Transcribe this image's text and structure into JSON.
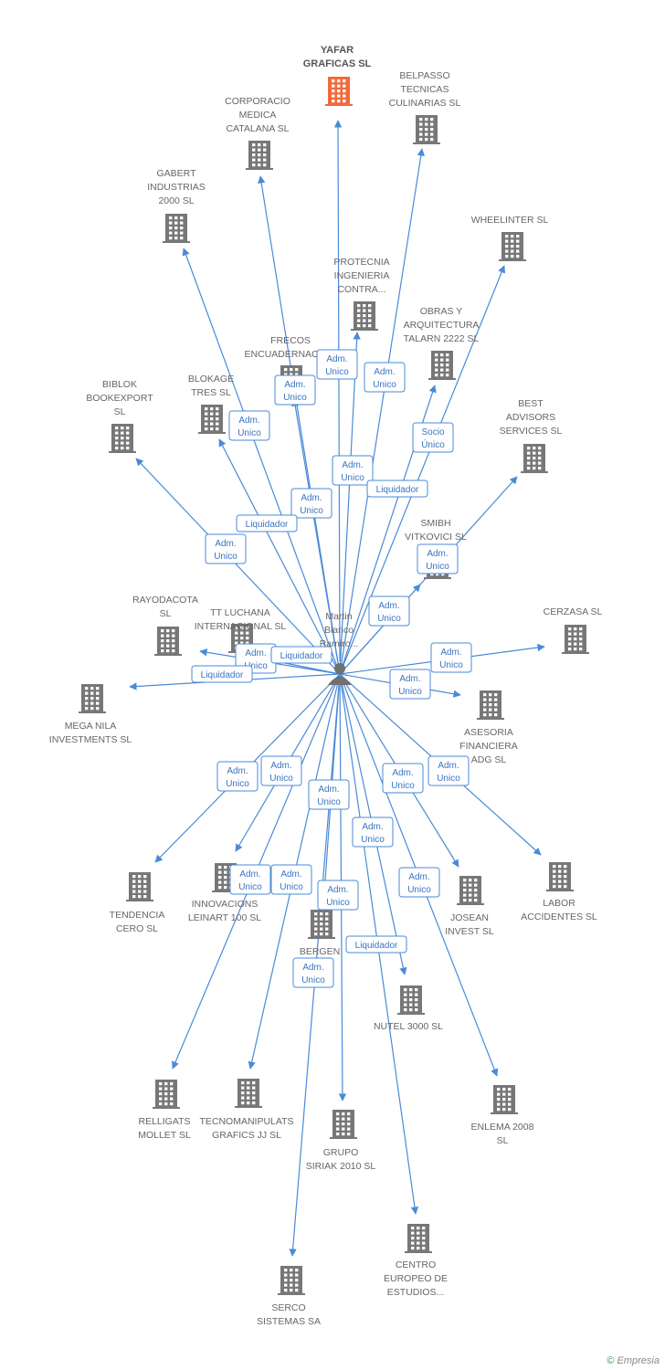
{
  "colors": {
    "company": "#777777",
    "highlight": "#f26a3c",
    "edge": "#4a8ad8",
    "person": "#707070"
  },
  "center_person": {
    "name_lines": [
      "Martin",
      "Blanco",
      "Ramiro..."
    ],
    "icon": "person-icon"
  },
  "highlight_company": {
    "name_lines": [
      "YAFAR",
      "GRAFICAS  SL"
    ],
    "icon": "building-icon"
  },
  "companies": [
    {
      "id": "corporacio",
      "lines": [
        "CORPORACIO",
        "MEDICA",
        "CATALANA SL"
      ]
    },
    {
      "id": "belpasso",
      "lines": [
        "BELPASSO",
        "TECNICAS",
        "CULINARIAS  SL"
      ]
    },
    {
      "id": "gabert",
      "lines": [
        "GABERT",
        "INDUSTRIAS",
        "2000 SL"
      ]
    },
    {
      "id": "wheelinter",
      "lines": [
        "WHEELINTER SL"
      ]
    },
    {
      "id": "protecnia",
      "lines": [
        "PROTECNIA",
        "INGENIERIA",
        "CONTRA..."
      ]
    },
    {
      "id": "obras",
      "lines": [
        "OBRAS Y",
        "ARQUITECTURA",
        "TALARN 2222 SL"
      ]
    },
    {
      "id": "frecos",
      "lines": [
        "FRECOS",
        "ENCUADERNACIO..."
      ]
    },
    {
      "id": "blokage",
      "lines": [
        "BLOKAGE",
        "TRES SL"
      ]
    },
    {
      "id": "biblok",
      "lines": [
        "BIBLOK",
        "BOOKEXPORT",
        "SL"
      ]
    },
    {
      "id": "best",
      "lines": [
        "BEST",
        "ADVISORS",
        "SERVICES SL"
      ]
    },
    {
      "id": "smibh",
      "lines": [
        "SMIBH",
        "VITKOVICI SL"
      ]
    },
    {
      "id": "rayodacota",
      "lines": [
        "RAYODACOTA",
        "SL"
      ]
    },
    {
      "id": "ttluchana",
      "lines": [
        "TT LUCHANA",
        "INTERNACIONAL SL"
      ]
    },
    {
      "id": "cerzasa",
      "lines": [
        "CERZASA SL"
      ]
    },
    {
      "id": "meganila",
      "lines": [
        "MEGA NILA",
        "INVESTMENTS SL"
      ]
    },
    {
      "id": "asesoria",
      "lines": [
        "ASESORIA",
        "FINANCIERA",
        "ADG SL"
      ]
    },
    {
      "id": "tendencia",
      "lines": [
        "TENDENCIA",
        "CERO SL"
      ]
    },
    {
      "id": "innovacions",
      "lines": [
        "INNOVACIONS",
        "LEINART 100 SL"
      ]
    },
    {
      "id": "bergen",
      "lines": [
        "BERGEN",
        "...SL"
      ]
    },
    {
      "id": "josean",
      "lines": [
        "JOSEAN",
        "INVEST SL"
      ]
    },
    {
      "id": "labor",
      "lines": [
        "LABOR",
        "ACCIDENTES SL"
      ]
    },
    {
      "id": "nutel",
      "lines": [
        "NUTEL 3000 SL"
      ]
    },
    {
      "id": "relligats",
      "lines": [
        "RELLIGATS",
        "MOLLET SL"
      ]
    },
    {
      "id": "tecnomanipulats",
      "lines": [
        "TECNOMANIPULATS",
        "GRAFICS JJ SL"
      ]
    },
    {
      "id": "grupo",
      "lines": [
        "GRUPO",
        "SIRIAK 2010 SL"
      ]
    },
    {
      "id": "enlema",
      "lines": [
        "ENLEMA 2008",
        "SL"
      ]
    },
    {
      "id": "centro",
      "lines": [
        "CENTRO",
        "EUROPEO DE",
        "ESTUDIOS..."
      ]
    },
    {
      "id": "serco",
      "lines": [
        "SERCO",
        "SISTEMAS SA"
      ]
    }
  ],
  "relations": [
    {
      "lines": [
        "Adm.",
        "Unico"
      ]
    },
    {
      "lines": [
        "Adm.",
        "Unico"
      ]
    },
    {
      "lines": [
        "Adm.",
        "Unico"
      ]
    },
    {
      "lines": [
        "Adm.",
        "Unico"
      ]
    },
    {
      "lines": [
        "Socio",
        "Único"
      ]
    },
    {
      "lines": [
        "Adm.",
        "Unico"
      ]
    },
    {
      "lines": [
        "Liquidador"
      ]
    },
    {
      "lines": [
        "Adm.",
        "Unico"
      ]
    },
    {
      "lines": [
        "Liquidador"
      ]
    },
    {
      "lines": [
        "Adm.",
        "Unico"
      ]
    },
    {
      "lines": [
        "Adm.",
        "Unico"
      ]
    },
    {
      "lines": [
        "Adm.",
        "Unico"
      ]
    },
    {
      "lines": [
        "Adm.",
        "Unico"
      ]
    },
    {
      "lines": [
        "Liquidador"
      ]
    },
    {
      "lines": [
        "Liquidador"
      ]
    },
    {
      "lines": [
        "Adm.",
        "Unico"
      ]
    },
    {
      "lines": [
        "Adm.",
        "Unico"
      ]
    },
    {
      "lines": [
        "Adm.",
        "Unico"
      ]
    },
    {
      "lines": [
        "Adm.",
        "Unico"
      ]
    },
    {
      "lines": [
        "Adm.",
        "Unico"
      ]
    },
    {
      "lines": [
        "Adm.",
        "Unico"
      ]
    },
    {
      "lines": [
        "Adm.",
        "Unico"
      ]
    },
    {
      "lines": [
        "Adm.",
        "Unico"
      ]
    },
    {
      "lines": [
        "Adm.",
        "Unico"
      ]
    },
    {
      "lines": [
        "Adm.",
        "Unico"
      ]
    },
    {
      "lines": [
        "Adm.",
        "Unico"
      ]
    },
    {
      "lines": [
        "Adm.",
        "Unico"
      ]
    },
    {
      "lines": [
        "Liquidador"
      ]
    },
    {
      "lines": [
        "Adm.",
        "Unico"
      ]
    }
  ],
  "footer": {
    "copyright": "©",
    "brand": "Empresia"
  }
}
